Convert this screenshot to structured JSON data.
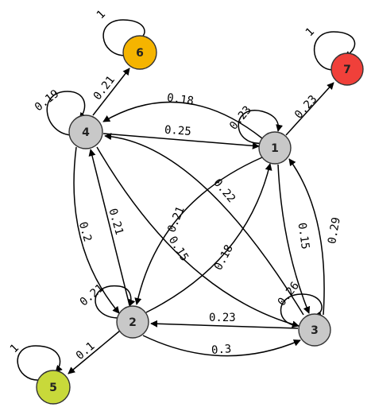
{
  "graph": {
    "nodes": [
      {
        "id": "1",
        "label": "1",
        "color": "#c8c8c8"
      },
      {
        "id": "2",
        "label": "2",
        "color": "#c8c8c8"
      },
      {
        "id": "3",
        "label": "3",
        "color": "#c8c8c8"
      },
      {
        "id": "4",
        "label": "4",
        "color": "#c8c8c8"
      },
      {
        "id": "5",
        "label": "5",
        "color": "#c8d93a"
      },
      {
        "id": "6",
        "label": "6",
        "color": "#f5b400"
      },
      {
        "id": "7",
        "label": "7",
        "color": "#f0403a"
      }
    ],
    "edges": [
      {
        "id": "e-1-1",
        "from": "1",
        "to": "1",
        "label": "0.23"
      },
      {
        "id": "e-1-4",
        "from": "1",
        "to": "4",
        "label": "0.18"
      },
      {
        "id": "e-4-1",
        "from": "4",
        "to": "1",
        "label": "0.25"
      },
      {
        "id": "e-1-7",
        "from": "1",
        "to": "7",
        "label": "0.23"
      },
      {
        "id": "e-1-2",
        "from": "1",
        "to": "2",
        "label": "0.21"
      },
      {
        "id": "e-2-1",
        "from": "2",
        "to": "1",
        "label": "0.18"
      },
      {
        "id": "e-1-3",
        "from": "1",
        "to": "3",
        "label": "0.15"
      },
      {
        "id": "e-3-1",
        "from": "3",
        "to": "1",
        "label": "0.29"
      },
      {
        "id": "e-4-4",
        "from": "4",
        "to": "4",
        "label": "0.19"
      },
      {
        "id": "e-4-6",
        "from": "4",
        "to": "6",
        "label": "0.21"
      },
      {
        "id": "e-4-2",
        "from": "4",
        "to": "2",
        "label": "0.2"
      },
      {
        "id": "e-2-4",
        "from": "2",
        "to": "4",
        "label": "0.21"
      },
      {
        "id": "e-4-3",
        "from": "4",
        "to": "3",
        "label": "0.15"
      },
      {
        "id": "e-3-4",
        "from": "3",
        "to": "4",
        "label": "0.22"
      },
      {
        "id": "e-2-2",
        "from": "2",
        "to": "2",
        "label": "0.21"
      },
      {
        "id": "e-2-5",
        "from": "2",
        "to": "5",
        "label": "0.1"
      },
      {
        "id": "e-2-3",
        "from": "2",
        "to": "3",
        "label": "0.3"
      },
      {
        "id": "e-3-2",
        "from": "3",
        "to": "2",
        "label": "0.23"
      },
      {
        "id": "e-3-3",
        "from": "3",
        "to": "3",
        "label": "0.26"
      },
      {
        "id": "e-5-5",
        "from": "5",
        "to": "5",
        "label": "1"
      },
      {
        "id": "e-6-6",
        "from": "6",
        "to": "6",
        "label": "1"
      },
      {
        "id": "e-7-7",
        "from": "7",
        "to": "7",
        "label": "1"
      }
    ]
  }
}
